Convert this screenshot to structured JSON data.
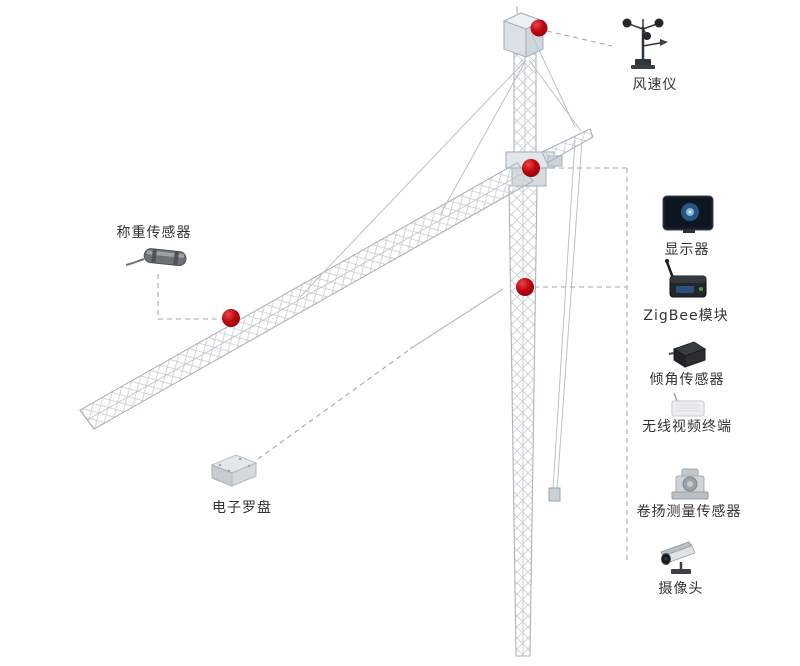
{
  "diagram": {
    "subject": "tower-crane-safety-monitoring-system",
    "marker_count": 4
  },
  "labels": {
    "anemometer": "风速仪",
    "weighing_sensor": "称重传感器",
    "electronic_compass": "电子罗盘",
    "display": "显示器",
    "zigbee_module": "ZigBee模块",
    "tilt_sensor": "倾角传感器",
    "wireless_video_terminal": "无线视频终端",
    "hoist_measurement_sensor": "卷扬测量传感器",
    "camera": "摄像头"
  },
  "colors": {
    "background": "#ffffff",
    "marker_red": "#c00410",
    "crane_line": "#b2bcc4",
    "dash_line": "#a8a8a8",
    "label_text": "#333333"
  }
}
